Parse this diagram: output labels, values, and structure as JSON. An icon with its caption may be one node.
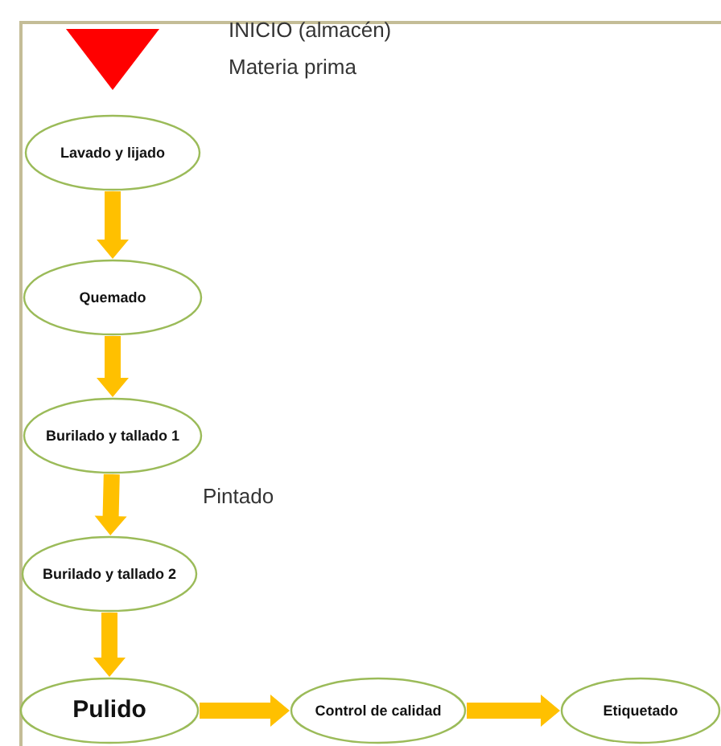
{
  "diagram": {
    "nodes": [
      {
        "text": [],
        "shape": "triangle",
        "beside": [
          "INICIO (almacén)",
          "Materia prima"
        ]
      },
      {
        "text": [
          "Lavado y lijado"
        ]
      },
      {
        "text": [
          "Quemado"
        ]
      },
      {
        "text": [
          "Burilado y tallado 1"
        ]
      },
      {
        "text": [
          "Burilado y tallado 2"
        ]
      },
      {
        "text": [
          "Pulido"
        ]
      },
      {
        "text": [
          "Control de calidad"
        ]
      },
      {
        "text": [
          "Etiquetado"
        ]
      }
    ],
    "edges": [
      {
        "from": 1,
        "to": 2,
        "arrow": "to"
      },
      {
        "from": 2,
        "to": 3,
        "arrow": "to"
      },
      {
        "from": 3,
        "to": 4,
        "arrow": "to"
      },
      {
        "from": 4,
        "to": 5,
        "arrow": "to"
      },
      {
        "from": 5,
        "to": 6,
        "arrow": "to"
      },
      {
        "from": 6,
        "to": 7,
        "arrow": "to"
      }
    ],
    "labels": [
      "Pintado"
    ]
  }
}
